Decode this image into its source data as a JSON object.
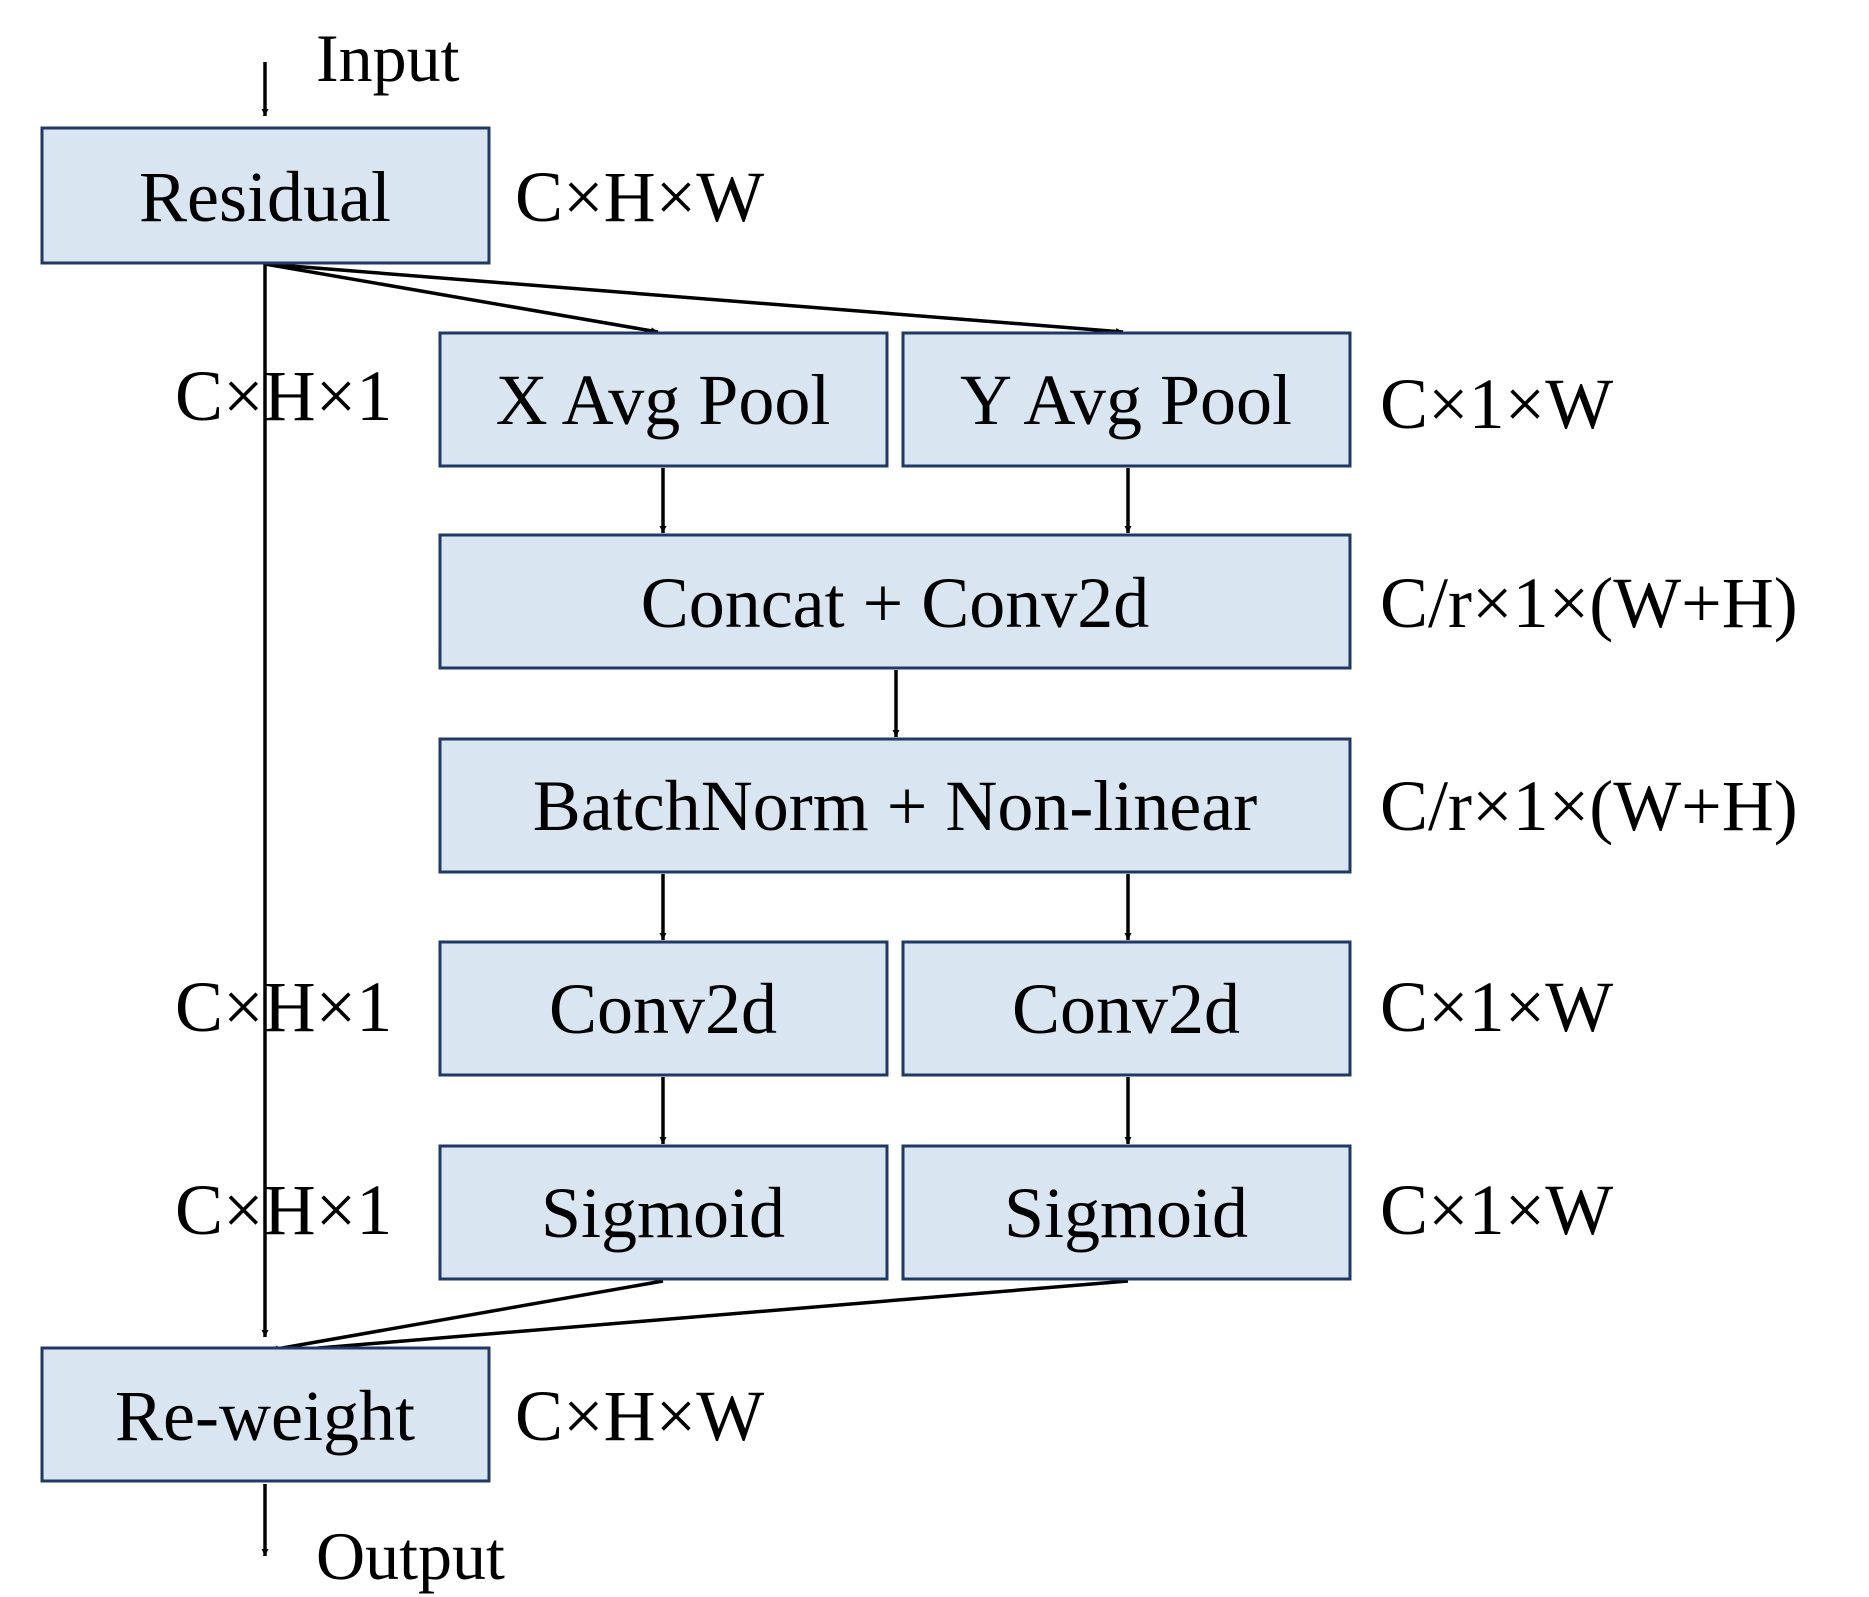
{
  "io": {
    "input": "Input",
    "output": "Output"
  },
  "blocks": {
    "residual": "Residual",
    "x_avg_pool": "X Avg Pool",
    "y_avg_pool": "Y Avg Pool",
    "concat_conv": "Concat + Conv2d",
    "batchnorm": "BatchNorm + Non-linear",
    "conv_left": "Conv2d",
    "conv_right": "Conv2d",
    "sigmoid_left": "Sigmoid",
    "sigmoid_right": "Sigmoid",
    "reweight": "Re-weight"
  },
  "dims": {
    "residual": "C×H×W",
    "x_pool": "C×H×1",
    "y_pool": "C×1×W",
    "concat": "C/r×1×(W+H)",
    "batchnorm": "C/r×1×(W+H)",
    "conv_left": "C×H×1",
    "conv_right": "C×1×W",
    "sigmoid_left": "C×H×1",
    "sigmoid_right": "C×1×W",
    "reweight": "C×H×W"
  },
  "colors": {
    "box_fill": "#dae5f2",
    "box_stroke": "#1f3864",
    "line": "#000000"
  }
}
